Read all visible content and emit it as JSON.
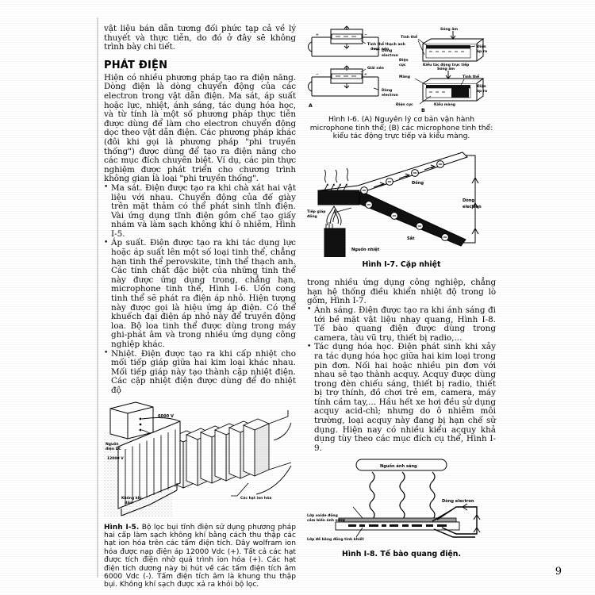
{
  "page": {
    "number": "9",
    "language": "vi"
  },
  "left_column": {
    "intro_paragraph": "vật liệu bán dẫn tương đối phức tạp cả về lý thuyết và thực tiễn, do đó ở đây sẽ không trình bày chi tiết.",
    "section_heading": "PHÁT ĐIỆN",
    "paragraph_1": "Hiện có nhiều phương pháp tạo ra điện năng. Dòng điện là dòng chuyển động của các electron trong vật dẫn điện. Ma sát, áp suất hoặc lực, nhiệt, ánh sáng, tác dụng hóa học, và từ tính là một số phương pháp thực tiễn được dùng để làm cho electron chuyển động dọc theo vật dẫn điện. Các phương pháp khác (đôi khi gọi là phương pháp \"phi truyền thống\") được dùng để tạo ra điện năng cho các mục đích chuyên biệt. Ví dụ, các pin thực nghiệm được phát triển cho chương trình không gian là loại \"phi truyền thống\".",
    "bullets": [
      "Ma sát. Điện được tạo ra khi chà xát hai vật liệu với nhau. Chuyển động của đế giày trên mặt thảm có thể phát sinh tĩnh điện. Vài ứng dụng tĩnh điện gồm chế tạo giấy nhám và làm sạch không khí ô nhiễm, Hình I-5.",
      "Áp suất. Điện được tạo ra khi tác dụng lực hoặc áp suất lên một số loại tinh thể, chẳng hạn tinh thể perovskite, tinh thể thạch anh. Các tính chất đặc biệt của những tinh thể này được ứng dụng trong, chẳng hạn, microphone tinh thể, Hình I-6. Uốn cong tinh thể sẽ phát ra điện áp nhỏ. Hiện tượng này được gọi là hiệu ứng áp điện. Có thể khuếch đại điện áp nhỏ này để truyền động loa. Bộ loa tinh thể được dùng trong máy ghi-phát âm và trong nhiều ứng dụng công nghiệp khác.",
      "Nhiệt. Điện được tạo ra khi cấp nhiệt cho mối tiếp giáp giữa hai kim loại khác nhau. Mối tiếp giáp này tạo thành cặp nhiệt điện. Các cặp nhiệt điện được dùng để đo nhiệt độ"
    ],
    "figure_i5": {
      "caption_bold": "Hình I-5.",
      "caption_text": " Bộ lọc bụi tĩnh điện sử dụng phương pháp hai cấp làm sạch không khí bằng cách thu thập các hạt ion hóa trên các tấm điện tích. Dây wolfram ion hóa được nạp điện áp 12000 Vdc (+). Tất cả các hạt được tích điện nhờ quá trình ion hóa (+). Các hạt điện tích dương này bị hút về các tấm điện tích âm 6000 Vdc (-). Tấm điện tích âm là khung thu thập bụi. Không khí sạch được xả ra khỏi bộ lọc.",
      "labels": {
        "voltage_plates": "6000 V",
        "dc_source": "Nguồn điện DC",
        "voltage_wire": "12000 V",
        "dirty_air": "Không khí dẩn",
        "ionized_particles": "Các hạt ion hóa"
      }
    }
  },
  "right_column": {
    "figure_i6": {
      "labels": {
        "a_crystal": "Tinh thể thạch anh được nén",
        "a_electron_flow_1": "Dòng electron",
        "a_decompress": "Giải nén",
        "a_electron_flow_2": "Dòng electron",
        "a_mark": "A",
        "b_crystal": "Tinh thể",
        "b_sound_wave_1": "Sóng âm",
        "b_output_1": "Điện áp ra",
        "b_electrode_1": "Điện cực",
        "b_type_1": "Kiểu tác động trực tiếp",
        "b_membrane": "Màng",
        "b_sound_wave_2": "Sóng âm",
        "b_crystal_2": "Tinh thể",
        "b_output_2": "Điện áp ra",
        "b_electrode_2": "Điện cực",
        "b_type_2": "Kiểu màng",
        "b_mark": "B"
      },
      "caption": "Hình I-6. (A) Nguyên lý cơ bản vận hành microphone tinh thể; (B) các microphone tinh thể: kiểu tác động trực tiếp và kiểu màng."
    },
    "figure_i7": {
      "labels": {
        "copper": "Đồng",
        "electron_flow": "Dòng electron",
        "junction": "Tiếp giáp đồng",
        "iron": "Sắt",
        "heat_source": "Nguồn nhiệt"
      },
      "caption": "Hình I-7. Cặp nhiệt"
    },
    "paragraph_cont": "trong nhiều ứng dụng công nghiệp, chẳng hạn hệ thống điều khiển nhiệt độ trong lò gốm, Hình I-7.",
    "bullets": [
      "Ánh sáng. Điện được tạo ra khi ánh sáng đi tới bề mặt vật liệu nhạy quang, Hình I-8. Tế bào quang điện được dùng trong camera, tàu vũ trụ, thiết bị radio,...",
      "Tác dụng hóa học. Điện phát sinh khi xảy ra tác dụng hóa học giữa hai kim loại trong pin đơn. Nối hai hoặc nhiều pin đơn với nhau sẽ tạo thành acquy. Acquy được dùng trong đèn chiếu sáng, thiết bị radio, thiết bị trợ thính, đồ chơi trẻ em, camera, máy tính cầm tay,... Hầu hết xe hơi đều sử dụng acquy acid-chì; nhưng do ô nhiễm môi trường, loại acquy này đang bị hạn chế sử dụng. Hiện nay có nhiều kiểu acquy khả dụng tùy theo các mục đích cụ thể, Hình I-9."
    ],
    "figure_i8": {
      "labels": {
        "light_source": "Nguồn ánh sáng",
        "oxide_layer": "Lớp oxide đồng cảm biến ánh sáng",
        "base_layer": "Lớp đế bằng đồng tinh khiết",
        "electron_flow": "Dòng electron"
      },
      "caption": "Hình I-8. Tế bào quang điện."
    }
  },
  "colors": {
    "ink": "#0a0a0a",
    "paper": "#ffffff",
    "gutter": "#d8d8d8"
  }
}
